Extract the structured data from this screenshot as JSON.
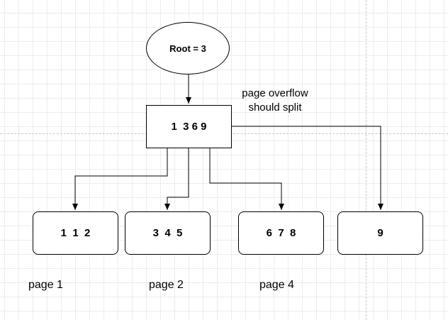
{
  "root_ellipse": {
    "label": "Root = 3"
  },
  "root_node": {
    "label": "1  3 6 9"
  },
  "note": {
    "line1": "page overflow",
    "line2": "should split"
  },
  "leaves": [
    {
      "label": "1  1  2"
    },
    {
      "label": "3  4  5"
    },
    {
      "label": "6  7  8"
    },
    {
      "label": "9"
    }
  ],
  "page_labels": [
    "page 1",
    "page 2",
    "page 4"
  ]
}
